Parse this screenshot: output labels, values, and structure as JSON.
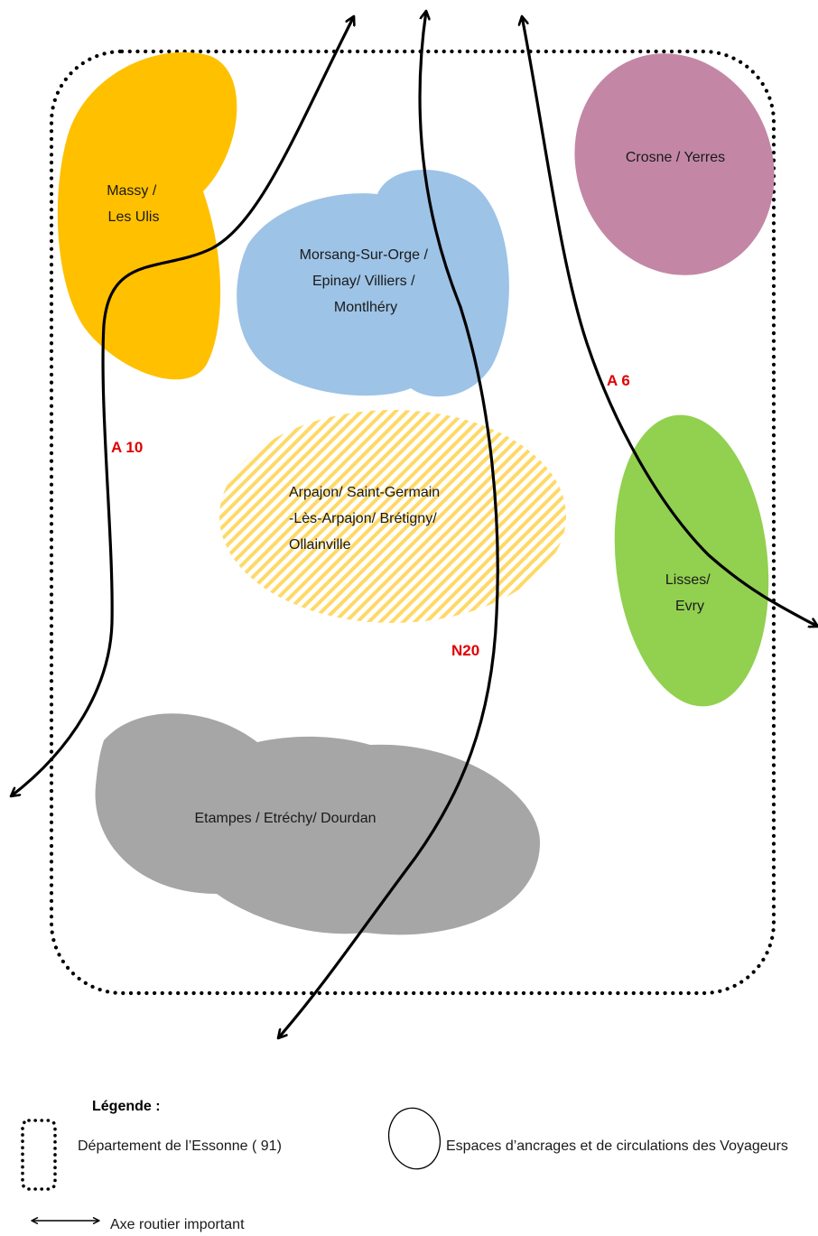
{
  "colors": {
    "massy": "#FFC000",
    "morsang": "#9DC3E6",
    "crosne": "#C387A5",
    "lisses": "#92D050",
    "etampes": "#A6A6A6",
    "arpajon_hatch": "#FFD966",
    "road_label": "#E00000"
  },
  "zones": {
    "massy": [
      "Massy /",
      "Les Ulis"
    ],
    "morsang": [
      "Morsang-Sur-Orge /",
      "Epinay/ Villiers /",
      "Montlhéry"
    ],
    "crosne": [
      "Crosne / Yerres"
    ],
    "arpajon": [
      "Arpajon/ Saint-Germain",
      "-Lès-Arpajon/ Brétigny/",
      "Ollainville"
    ],
    "lisses": [
      "Lisses/",
      "Evry"
    ],
    "etampes": [
      "Etampes / Etréchy/ Dourdan"
    ]
  },
  "roads": {
    "a10": "A 10",
    "a6": "A 6",
    "n20": "N20"
  },
  "legend": {
    "title": "Légende :",
    "department": "Département de l’Essonne ( 91)",
    "spaces": "Espaces d’ancrages et de circulations des Voyageurs",
    "road": "Axe routier important"
  }
}
